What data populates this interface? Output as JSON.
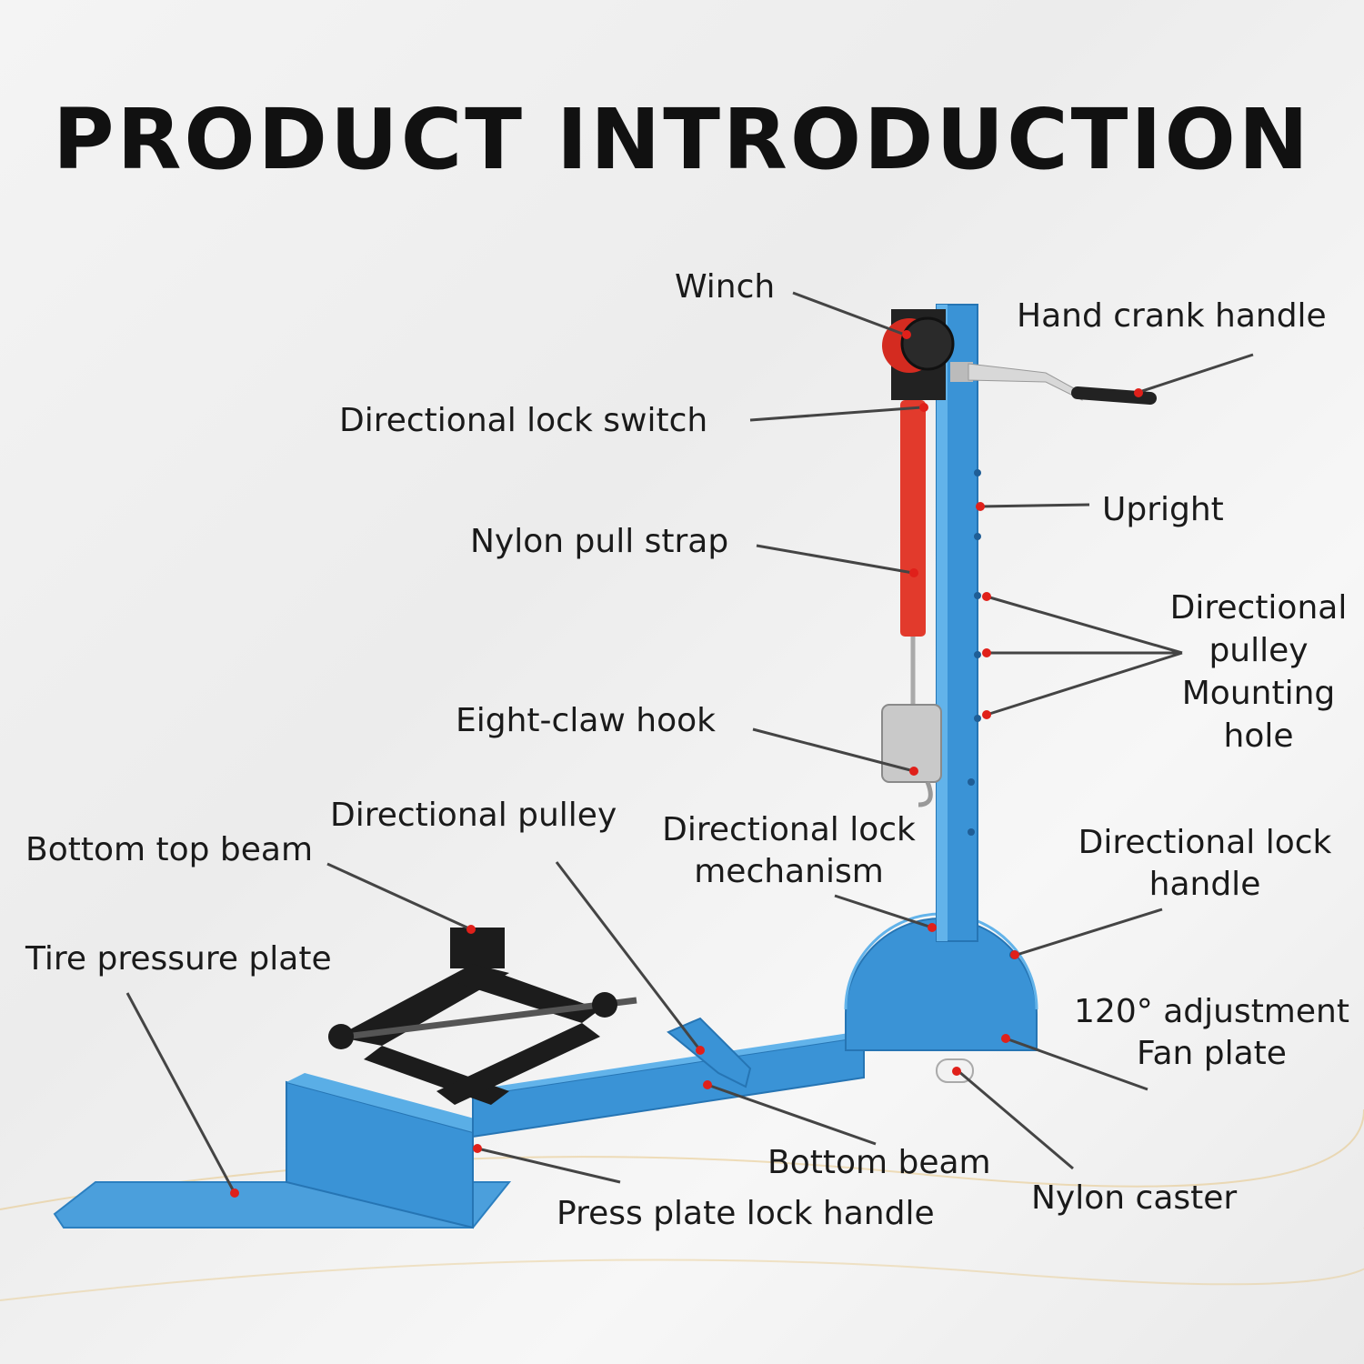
{
  "title": "PRODUCT INTRODUCTION",
  "colors": {
    "frame": "#3a93d6",
    "frame_dark": "#2675b4",
    "strap": "#e23a2c",
    "jack": "#1c1c1c",
    "leader": "#444444",
    "dot": "#e0201a"
  },
  "labels": {
    "winch": "Winch",
    "hand_crank_handle": "Hand crank handle",
    "directional_lock_switch": "Directional lock switch",
    "upright": "Upright",
    "nylon_pull_strap": "Nylon pull strap",
    "directional_pulley_mounting_hole": [
      "Directional",
      "pulley",
      "Mounting",
      "hole"
    ],
    "eight_claw_hook": "Eight-claw hook",
    "directional_pulley": "Directional pulley",
    "directional_lock_mechanism": [
      "Directional lock",
      "mechanism"
    ],
    "directional_lock_handle": [
      "Directional lock",
      "handle"
    ],
    "bottom_top_beam": "Bottom top beam",
    "tire_pressure_plate": "Tire pressure plate",
    "adjustment_fan_plate": [
      "120° adjustment",
      "Fan plate"
    ],
    "bottom_beam": "Bottom beam",
    "nylon_caster": "Nylon caster",
    "press_plate_lock_handle": "Press plate lock handle"
  }
}
